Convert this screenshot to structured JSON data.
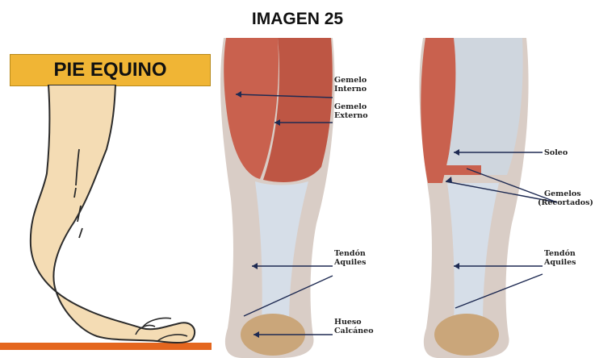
{
  "title": "IMAGEN 25",
  "banner": {
    "text": "PIE EQUINO"
  },
  "labels": {
    "gemelo_interno": [
      "Gemelo",
      "Interno"
    ],
    "gemelo_externo": [
      "Gemelo",
      "Externo"
    ],
    "tendon_aquiles_left": [
      "Tendón",
      "Aquiles"
    ],
    "hueso_calcaneo": [
      "Hueso",
      "Calcáneo"
    ],
    "soleo": [
      "Soleo"
    ],
    "gemelos_recortados": [
      "Gemelos",
      "(Recortados)"
    ],
    "tendon_aquiles_right": [
      "Tendón",
      "Aquiles"
    ]
  },
  "colors": {
    "banner": "#f0b535",
    "skin": "#f4dcb4",
    "floor": "#e4661e",
    "muscle": "#c9614e",
    "tendon": "#d6dee8"
  }
}
